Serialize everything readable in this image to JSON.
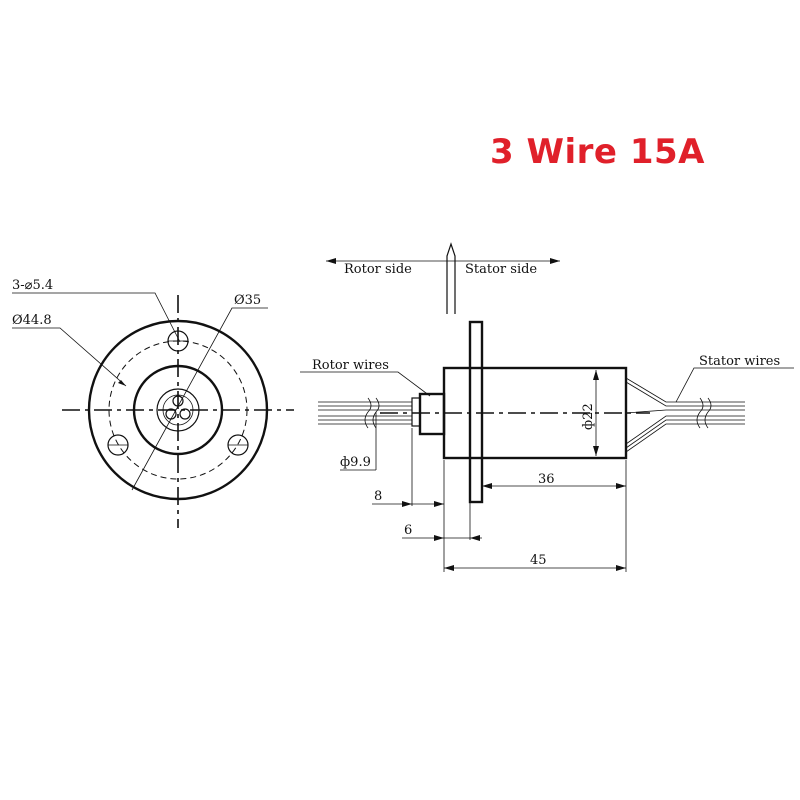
{
  "title": "3 Wire 15A",
  "colors": {
    "title": "#e0202a",
    "line": "#111111"
  },
  "front_view": {
    "hole_label": "3-⌀5.4",
    "outer_label": "Ø44.8",
    "pcd_label": "Ø35"
  },
  "side_view": {
    "rotor_side": "Rotor side",
    "stator_side": "Stator side",
    "rotor_wires": "Rotor wires",
    "stator_wires": "Stator wires",
    "body_dia": "ф22",
    "shaft_dia": "ф9.9",
    "dim_36": "36",
    "dim_8": "8",
    "dim_6": "6",
    "dim_45": "45"
  }
}
